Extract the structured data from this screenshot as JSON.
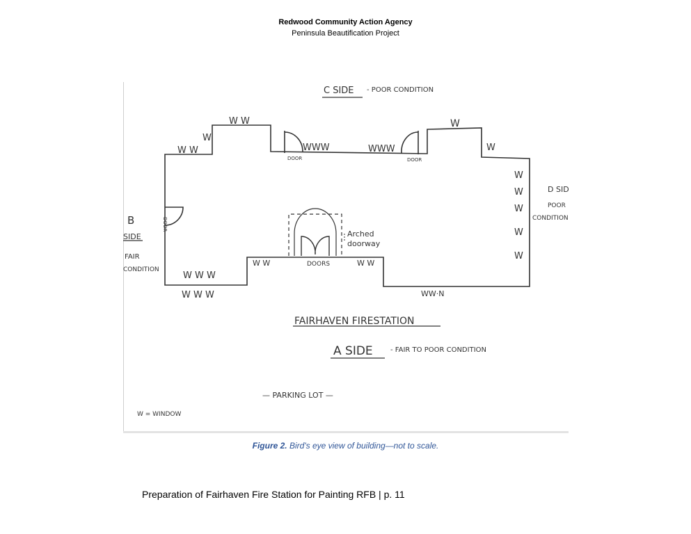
{
  "header": {
    "organization": "Redwood Community Action Agency",
    "project": "Peninsula Beautification Project"
  },
  "sketch": {
    "c_side": "C SIDE",
    "c_side_condition": "- POOR CONDITION",
    "b_side_letter": "B",
    "b_side_word": "SIDE",
    "b_side_condition_1": "FAIR",
    "b_side_condition_2": "CONDITION",
    "d_side_1": "D SIDE",
    "d_side_2": "POOR",
    "d_side_3": "CONDITION",
    "building_name": "FAIRHAVEN FIRESTATION",
    "a_side": "A SIDE",
    "a_side_condition": "- FAIR TO POOR CONDITION",
    "parking_lot": "— PARKING LOT —",
    "legend": "W = WINDOW",
    "arched_1": "Arched",
    "arched_2": "doorway",
    "doors_label": "DOORS",
    "door_label": "DOOR",
    "w_ww": "W W",
    "w_w": "W",
    "w_www": "WWW",
    "w_w_w": "W  W  W",
    "w_wwn": "WW·N"
  },
  "caption": {
    "label": "Figure 2.",
    "text": " Bird's eye view of building—not to scale."
  },
  "footer": {
    "text": "Preparation of Fairhaven Fire Station for Painting RFB  | p. 11"
  }
}
